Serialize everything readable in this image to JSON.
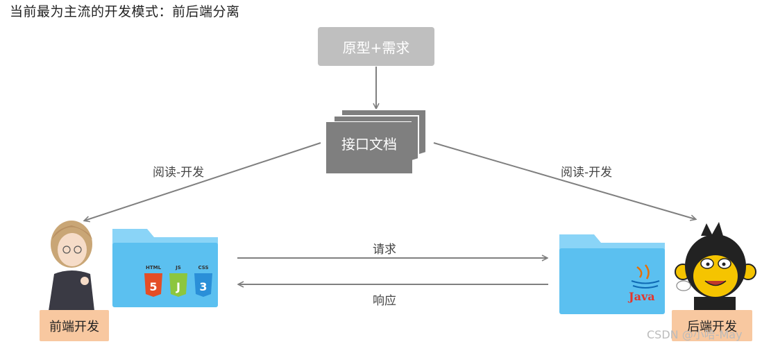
{
  "title": "当前最为主流的开发模式：前后端分离",
  "requirements": "原型+需求",
  "api_doc": "接口文档",
  "read_dev_left": "阅读-开发",
  "read_dev_right": "阅读-开发",
  "request": "请求",
  "response": "响应",
  "frontend": "前端开发",
  "backend": "后端开发",
  "frontend_icons": [
    "HTML",
    "JS",
    "CSS"
  ],
  "backend_icon": "Java",
  "watermark": "CSDN @小哈-May",
  "colors": {
    "requirements_box": "#bfbfbf",
    "doc": "#7f7f7f",
    "role_box": "#f8c8a0",
    "folder": "#5bc0f0",
    "arrow": "#7f7f7f"
  }
}
